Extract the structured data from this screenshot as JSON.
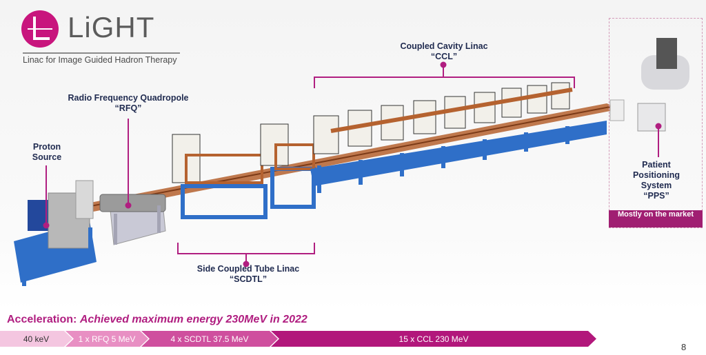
{
  "logo": {
    "brand": "LiGHT",
    "subtitle": "Linac for Image Guided Hadron Therapy"
  },
  "labels": {
    "proton": [
      "Proton",
      "Source"
    ],
    "rfq": [
      "Radio Frequency Quadropole",
      "“RFQ”"
    ],
    "ccl": [
      "Coupled Cavity Linac",
      "“CCL”"
    ],
    "scdtl": [
      "Side Coupled Tube Linac",
      "“SCDTL”"
    ],
    "pps": [
      "Patient",
      "Positioning",
      "System",
      "“PPS”"
    ]
  },
  "market": "Mostly on the market",
  "acceleration": {
    "prefix": "Acceleration:",
    "text": "Achieved maximum energy 230MeV in 2022"
  },
  "stages": [
    {
      "label": "40 keV",
      "color": "#f4c6e0",
      "text_color": "#333333"
    },
    {
      "label": "1 x RFQ 5 MeV",
      "color": "#e88fc3",
      "text_color": "#ffffff"
    },
    {
      "label": "4 x SCDTL 37.5 MeV",
      "color": "#cf4f9e",
      "text_color": "#ffffff"
    },
    {
      "label": "15 x CCL 230 MeV",
      "color": "#b2177b",
      "text_color": "#ffffff"
    }
  ],
  "page_number": "8",
  "colors": {
    "brand": "#c8157d",
    "label": "#1f2a4f",
    "frame_blue": "#2f6fc8",
    "copper": "#b5622f"
  }
}
